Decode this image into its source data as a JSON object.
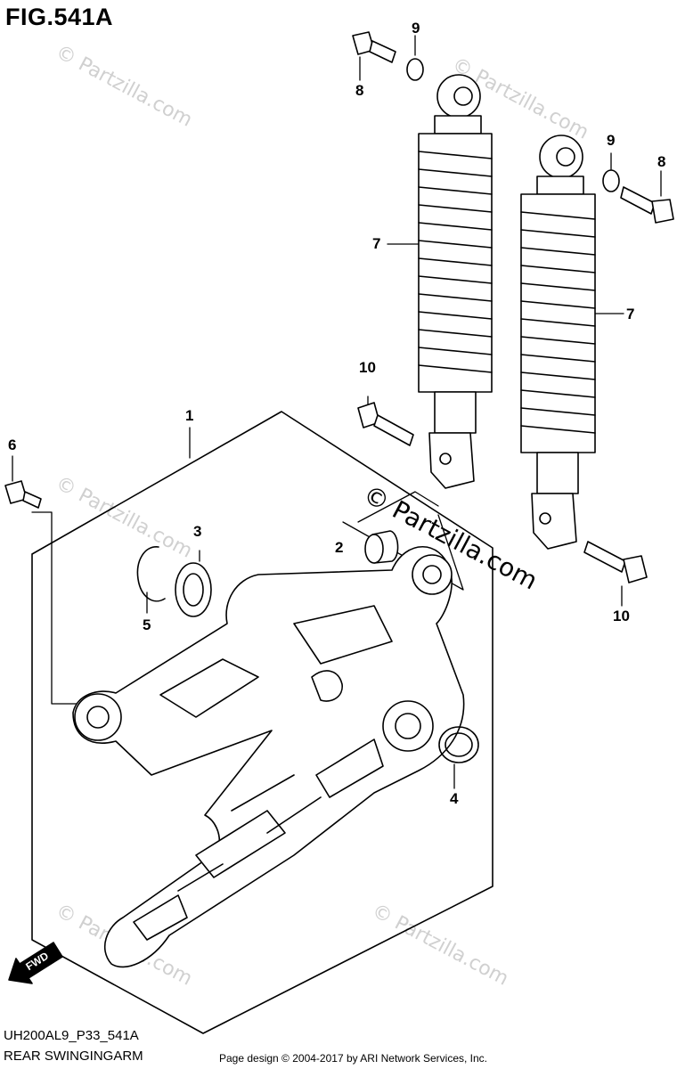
{
  "figure": {
    "title": "FIG.541A"
  },
  "watermark": {
    "text": "© Partzilla.com"
  },
  "callouts": [
    {
      "id": "c1",
      "label": "1"
    },
    {
      "id": "c2",
      "label": "2"
    },
    {
      "id": "c3",
      "label": "3"
    },
    {
      "id": "c4",
      "label": "4"
    },
    {
      "id": "c5",
      "label": "5"
    },
    {
      "id": "c6",
      "label": "6"
    },
    {
      "id": "c7a",
      "label": "7"
    },
    {
      "id": "c7b",
      "label": "7"
    },
    {
      "id": "c8a",
      "label": "8"
    },
    {
      "id": "c8b",
      "label": "8"
    },
    {
      "id": "c9a",
      "label": "9"
    },
    {
      "id": "c9b",
      "label": "9"
    },
    {
      "id": "c10a",
      "label": "10"
    },
    {
      "id": "c10b",
      "label": "10"
    }
  ],
  "fwd": {
    "label": "FWD"
  },
  "diagram": {
    "code": "UH200AL9_P33_541A",
    "caption": "REAR SWINGINGARM"
  },
  "footer": {
    "text": "Page design © 2004-2017 by ARI Network Services, Inc."
  }
}
